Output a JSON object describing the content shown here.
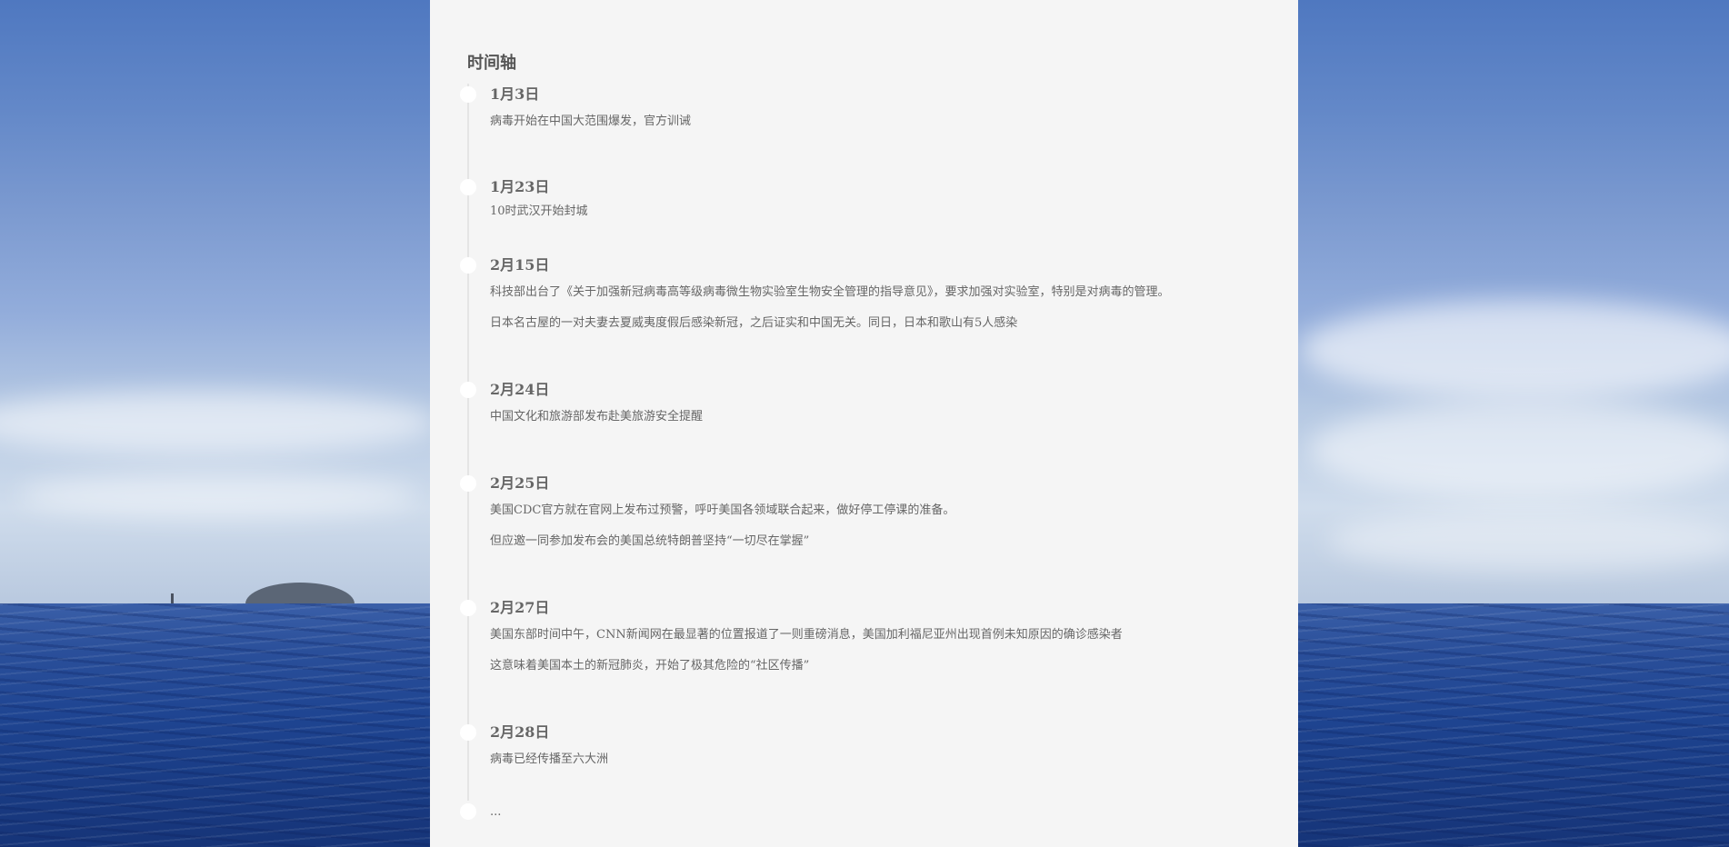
{
  "timeline": {
    "title": "时间轴",
    "items": [
      {
        "date": "1月3日",
        "texts": [
          "病毒开始在中国大范围爆发，官方训诫"
        ]
      },
      {
        "date": "1月23日",
        "texts": [
          "10时武汉开始封城"
        ]
      },
      {
        "date": "2月15日",
        "texts": [
          "科技部出台了《关于加强新冠病毒高等级病毒微生物实验室生物安全管理的指导意见》，要求加强对实验室，特别是对病毒的管理。",
          "日本名古屋的一对夫妻去夏威夷度假后感染新冠，之后证实和中国无关。同日，日本和歌山有5人感染"
        ]
      },
      {
        "date": "2月24日",
        "texts": [
          "中国文化和旅游部发布赴美旅游安全提醒"
        ]
      },
      {
        "date": "2月25日",
        "texts": [
          "美国CDC官方就在官网上发布过预警，呼吁美国各领域联合起来，做好停工停课的准备。",
          "但应邀一同参加发布会的美国总统特朗普坚持“一切尽在掌握”"
        ]
      },
      {
        "date": "2月27日",
        "texts": [
          "美国东部时间中午，CNN新闻网在最显著的位置报道了一则重磅消息，美国加利福尼亚州出现首例未知原因的确诊感染者",
          "这意味着美国本土的新冠肺炎，开始了极其危险的“社区传播”"
        ]
      },
      {
        "date": "2月28日",
        "texts": [
          "病毒已经传播至六大洲"
        ]
      },
      {
        "date": "",
        "texts": [
          "..."
        ]
      }
    ]
  }
}
